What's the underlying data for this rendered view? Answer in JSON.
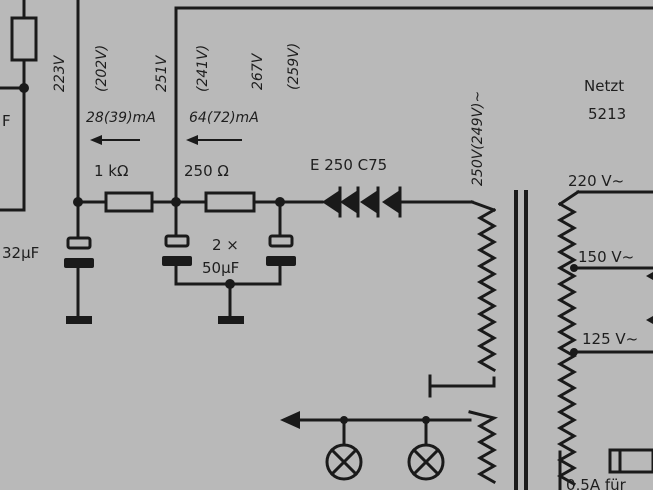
{
  "colors": {
    "paper": "#b9b9b9",
    "ink": "#1a1a1a"
  },
  "voltages": {
    "v1": "223V",
    "v2": "(202V)",
    "v3": "251V",
    "v4": "(241V)",
    "v5": "267V",
    "v6": "(259V)",
    "secondary": "250V(249V)~"
  },
  "currents": {
    "i1": "28(39)mA",
    "i2": "64(72)mA"
  },
  "components": {
    "r1": "1 kΩ",
    "r2": "250 Ω",
    "rectifier": "E 250 C75",
    "cap_left": "32µF",
    "cap_pair_1": "2 ×",
    "cap_pair_2": "50µF",
    "tap_f": "F"
  },
  "transformer": {
    "title": "Netzt",
    "model": "5213",
    "tap_220": "220 V~",
    "tap_150": "150 V~",
    "tap_125": "125 V~",
    "fuse": "0,5A für"
  }
}
